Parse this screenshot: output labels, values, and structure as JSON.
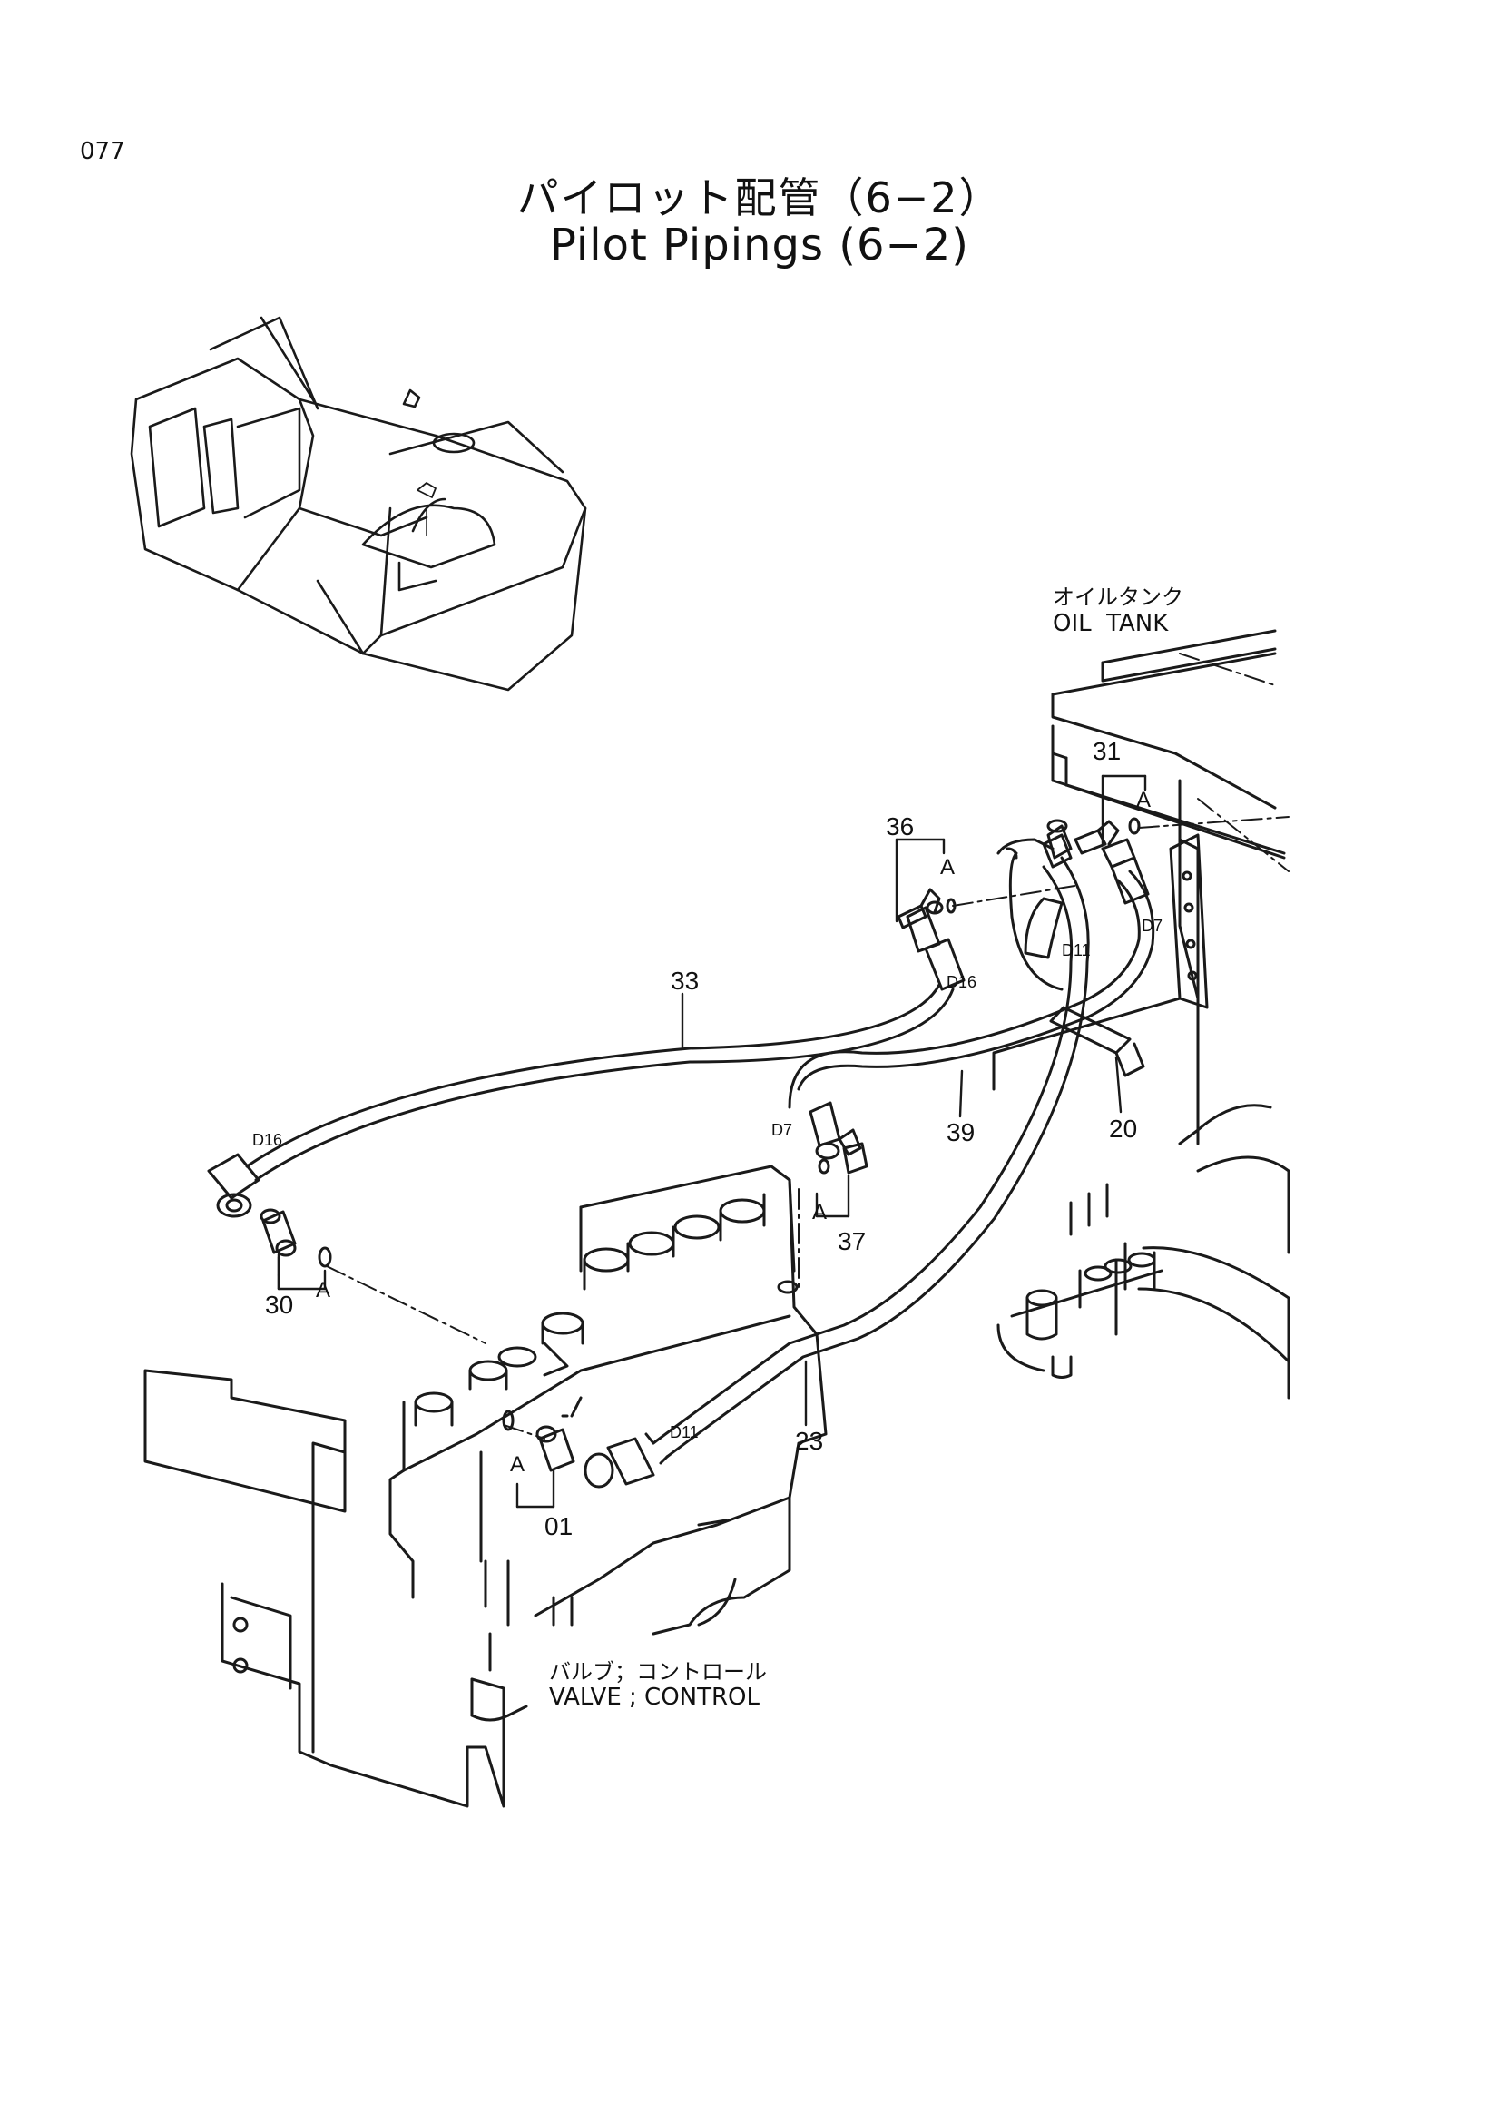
{
  "page_number": "077",
  "title": {
    "japanese": "パイロット配管（6−2）",
    "english": "Pilot Pipings (6−2)"
  },
  "components": {
    "oil_tank": {
      "japanese": "オイルタンク",
      "english": "OIL  TANK"
    },
    "control_valve": {
      "japanese": "バルブ；コントロール",
      "english": "VALVE ; CONTROL"
    }
  },
  "part_callouts": [
    "01",
    "20",
    "23",
    "30",
    "31",
    "33",
    "36",
    "37",
    "39"
  ],
  "hose_sizes": [
    "D16",
    "D16",
    "D11",
    "D11",
    "D7",
    "D7"
  ],
  "detail_mark": "A"
}
